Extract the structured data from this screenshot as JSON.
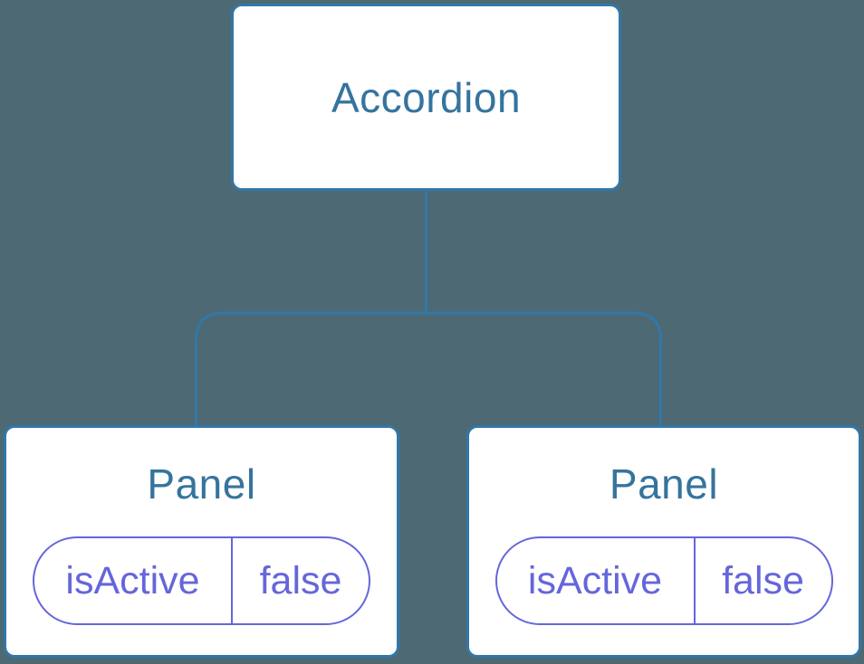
{
  "tree": {
    "root": {
      "label": "Accordion"
    },
    "children": [
      {
        "label": "Panel",
        "state": {
          "key": "isActive",
          "value": "false"
        }
      },
      {
        "label": "Panel",
        "state": {
          "key": "isActive",
          "value": "false"
        }
      }
    ]
  },
  "colors": {
    "background": "#4D6973",
    "node-fill": "#FFFFFF",
    "node-border": "#3377A8",
    "node-text": "#35749E",
    "connector": "#3377A8",
    "state": "#6566DB"
  }
}
